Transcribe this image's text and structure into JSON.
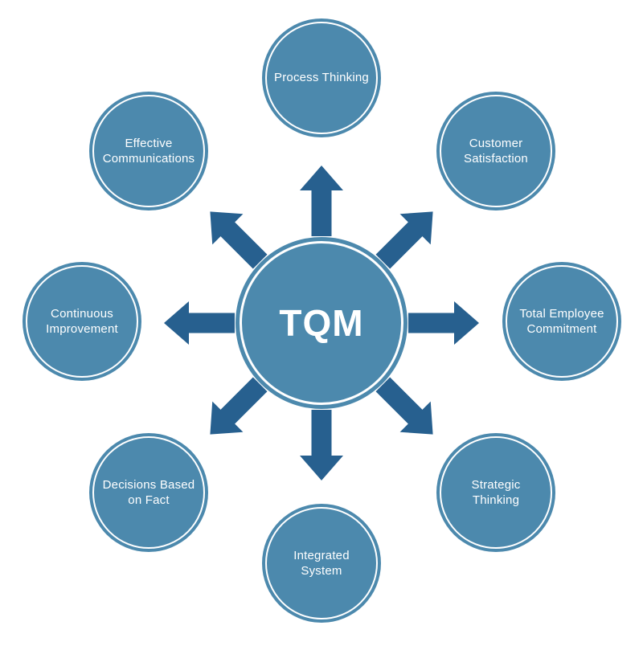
{
  "diagram": {
    "center_label": "TQM",
    "nodes": [
      {
        "label": "Process Thinking",
        "position": "top"
      },
      {
        "label": "Customer Satisfaction",
        "position": "top-right"
      },
      {
        "label": "Total Employee Commitment",
        "position": "right"
      },
      {
        "label": "Strategic Thinking",
        "position": "bottom-right"
      },
      {
        "label": "Integrated System",
        "position": "bottom"
      },
      {
        "label": "Decisions Based on Fact",
        "position": "bottom-left"
      },
      {
        "label": "Continuous Improvement",
        "position": "left"
      },
      {
        "label": "Effective Communications",
        "position": "top-left"
      }
    ],
    "arrows": [
      "up",
      "up-right",
      "right",
      "down-right",
      "down",
      "down-left",
      "left",
      "up-left"
    ],
    "colors": {
      "circle_fill": "#4c89ad",
      "arrow": "#27608f",
      "text": "#ffffff",
      "background": "#ffffff"
    }
  }
}
